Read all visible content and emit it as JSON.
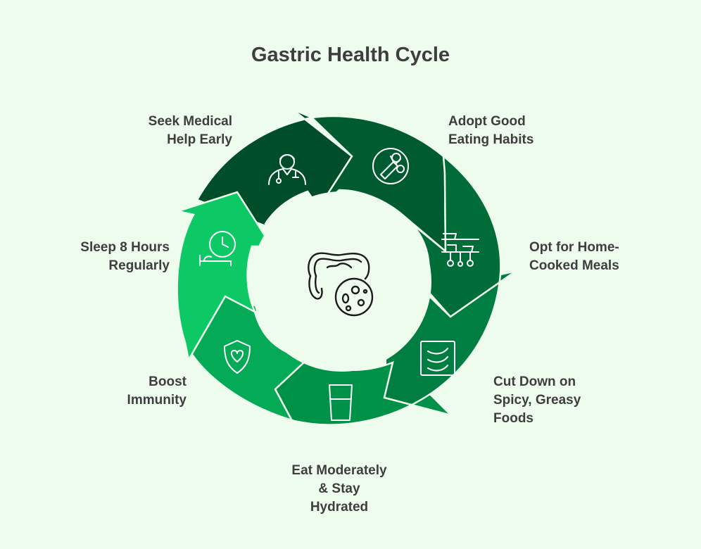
{
  "title": "Gastric Health Cycle",
  "colors": {
    "background": "#eefcee",
    "step1": "#004d29",
    "step2": "#005c30",
    "step3": "#006d38",
    "step4": "#007e41",
    "step5": "#009149",
    "step6": "#04aa55",
    "step7": "#0cc965"
  },
  "steps": [
    {
      "label": "Adopt Good\nEating Habits",
      "icon": "vegetables-plate-icon"
    },
    {
      "label": "Opt for Home-\nCooked Meals",
      "icon": "kitchen-utensils-icon"
    },
    {
      "label": "Cut Down on\nSpicy, Greasy\nFoods",
      "icon": "chili-peppers-icon"
    },
    {
      "label": "Eat Moderately\n& Stay\nHydrated",
      "icon": "water-glass-icon"
    },
    {
      "label": "Boost\nImmunity",
      "icon": "shield-heart-icon"
    },
    {
      "label": "Sleep 8 Hours\nRegularly",
      "icon": "sleep-clock-icon"
    },
    {
      "label": "Seek Medical\nHelp Early",
      "icon": "doctor-icon"
    }
  ],
  "center_icon": "intestine-bacteria-icon"
}
